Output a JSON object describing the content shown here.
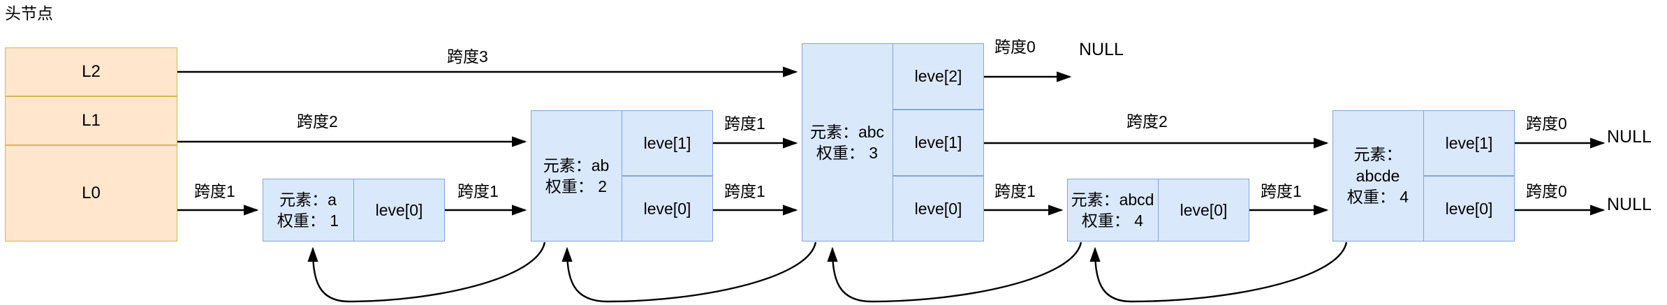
{
  "diagram": {
    "title": "头节点",
    "colors": {
      "head_fill": "#FFE6CC",
      "head_stroke": "#D6B656",
      "node_fill": "#DAE8FC",
      "node_stroke": "#7EA6E0",
      "arrow": "#000000",
      "background": "#FFFFFF"
    }
  },
  "head_node": {
    "label": "头节点",
    "levels": [
      {
        "name": "L2"
      },
      {
        "name": "L1"
      },
      {
        "name": "L0"
      }
    ]
  },
  "nodes": [
    {
      "id": "node-a",
      "element_label": "元素：a",
      "weight_label": "权重： 1",
      "levels": [
        "leve[0]"
      ]
    },
    {
      "id": "node-ab",
      "element_label": "元素：ab",
      "weight_label": "权重： 2",
      "levels": [
        "leve[1]",
        "leve[0]"
      ]
    },
    {
      "id": "node-abc",
      "element_label": "元素：abc",
      "weight_label": "权重： 3",
      "levels": [
        "leve[2]",
        "leve[1]",
        "leve[0]"
      ]
    },
    {
      "id": "node-abcd",
      "element_label": "元素：abcd",
      "weight_label": "权重： 4",
      "levels": [
        "leve[0]"
      ]
    },
    {
      "id": "node-abcde",
      "element_label_line1": "元素：",
      "element_label_line2": "abcde",
      "weight_label": "权重： 4",
      "levels": [
        "leve[1]",
        "leve[0]"
      ]
    }
  ],
  "span_labels": {
    "l2_head_to_abc": "跨度3",
    "l2_abc_to_null": "跨度0",
    "l1_head_to_ab": "跨度2",
    "l1_ab_to_abc": "跨度1",
    "l1_abc_to_abcde": "跨度2",
    "l1_abcde_to_null": "跨度0",
    "l0_head_to_a": "跨度1",
    "l0_a_to_ab": "跨度1",
    "l0_ab_to_abc": "跨度1",
    "l0_abc_to_abcd": "跨度1",
    "l0_abcd_to_abcde": "跨度1",
    "l0_abcde_to_null": "跨度0"
  },
  "null_labels": {
    "l2": "NULL",
    "l1": "NULL",
    "l0": "NULL"
  }
}
